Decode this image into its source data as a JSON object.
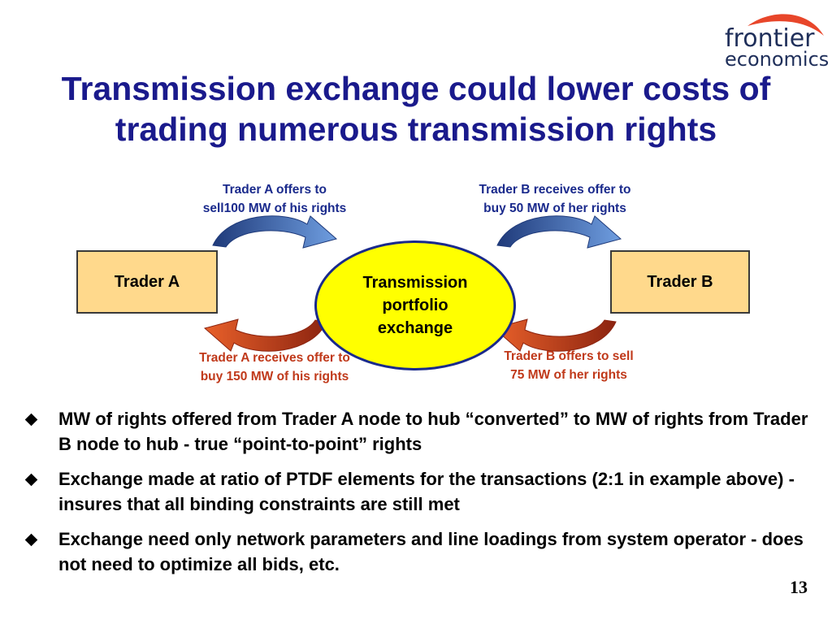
{
  "logo": {
    "line1": "frontier",
    "line2": "economics"
  },
  "title": "Transmission exchange could lower costs of trading numerous transmission rights",
  "diagram": {
    "trader_a": "Trader A",
    "trader_b": "Trader B",
    "hub": [
      "Transmission",
      "portfolio",
      "exchange"
    ],
    "caption_a_offers": [
      "Trader A offers to",
      "sell100 MW of his rights"
    ],
    "caption_b_receives": [
      "Trader B receives offer to",
      "buy 50 MW of her rights"
    ],
    "caption_a_receives": [
      "Trader A receives offer to",
      "buy 150 MW of his rights"
    ],
    "caption_b_offers": [
      "Trader B offers to sell",
      "75 MW of her rights"
    ],
    "colors": {
      "offer_arrow": "#2f4f9f",
      "return_arrow": "#c0391a",
      "box": "#ffd98c",
      "hub": "#ffff00"
    }
  },
  "bullets": [
    "MW of rights offered from Trader A node to hub “converted” to MW of rights from Trader B node to hub - true “point-to-point” rights",
    "Exchange made at ratio of PTDF elements for the transactions (2:1 in example above) - insures that all binding constraints are still met",
    "Exchange need only network parameters and line loadings from system operator - does not need to optimize all bids, etc."
  ],
  "page_number": "13"
}
